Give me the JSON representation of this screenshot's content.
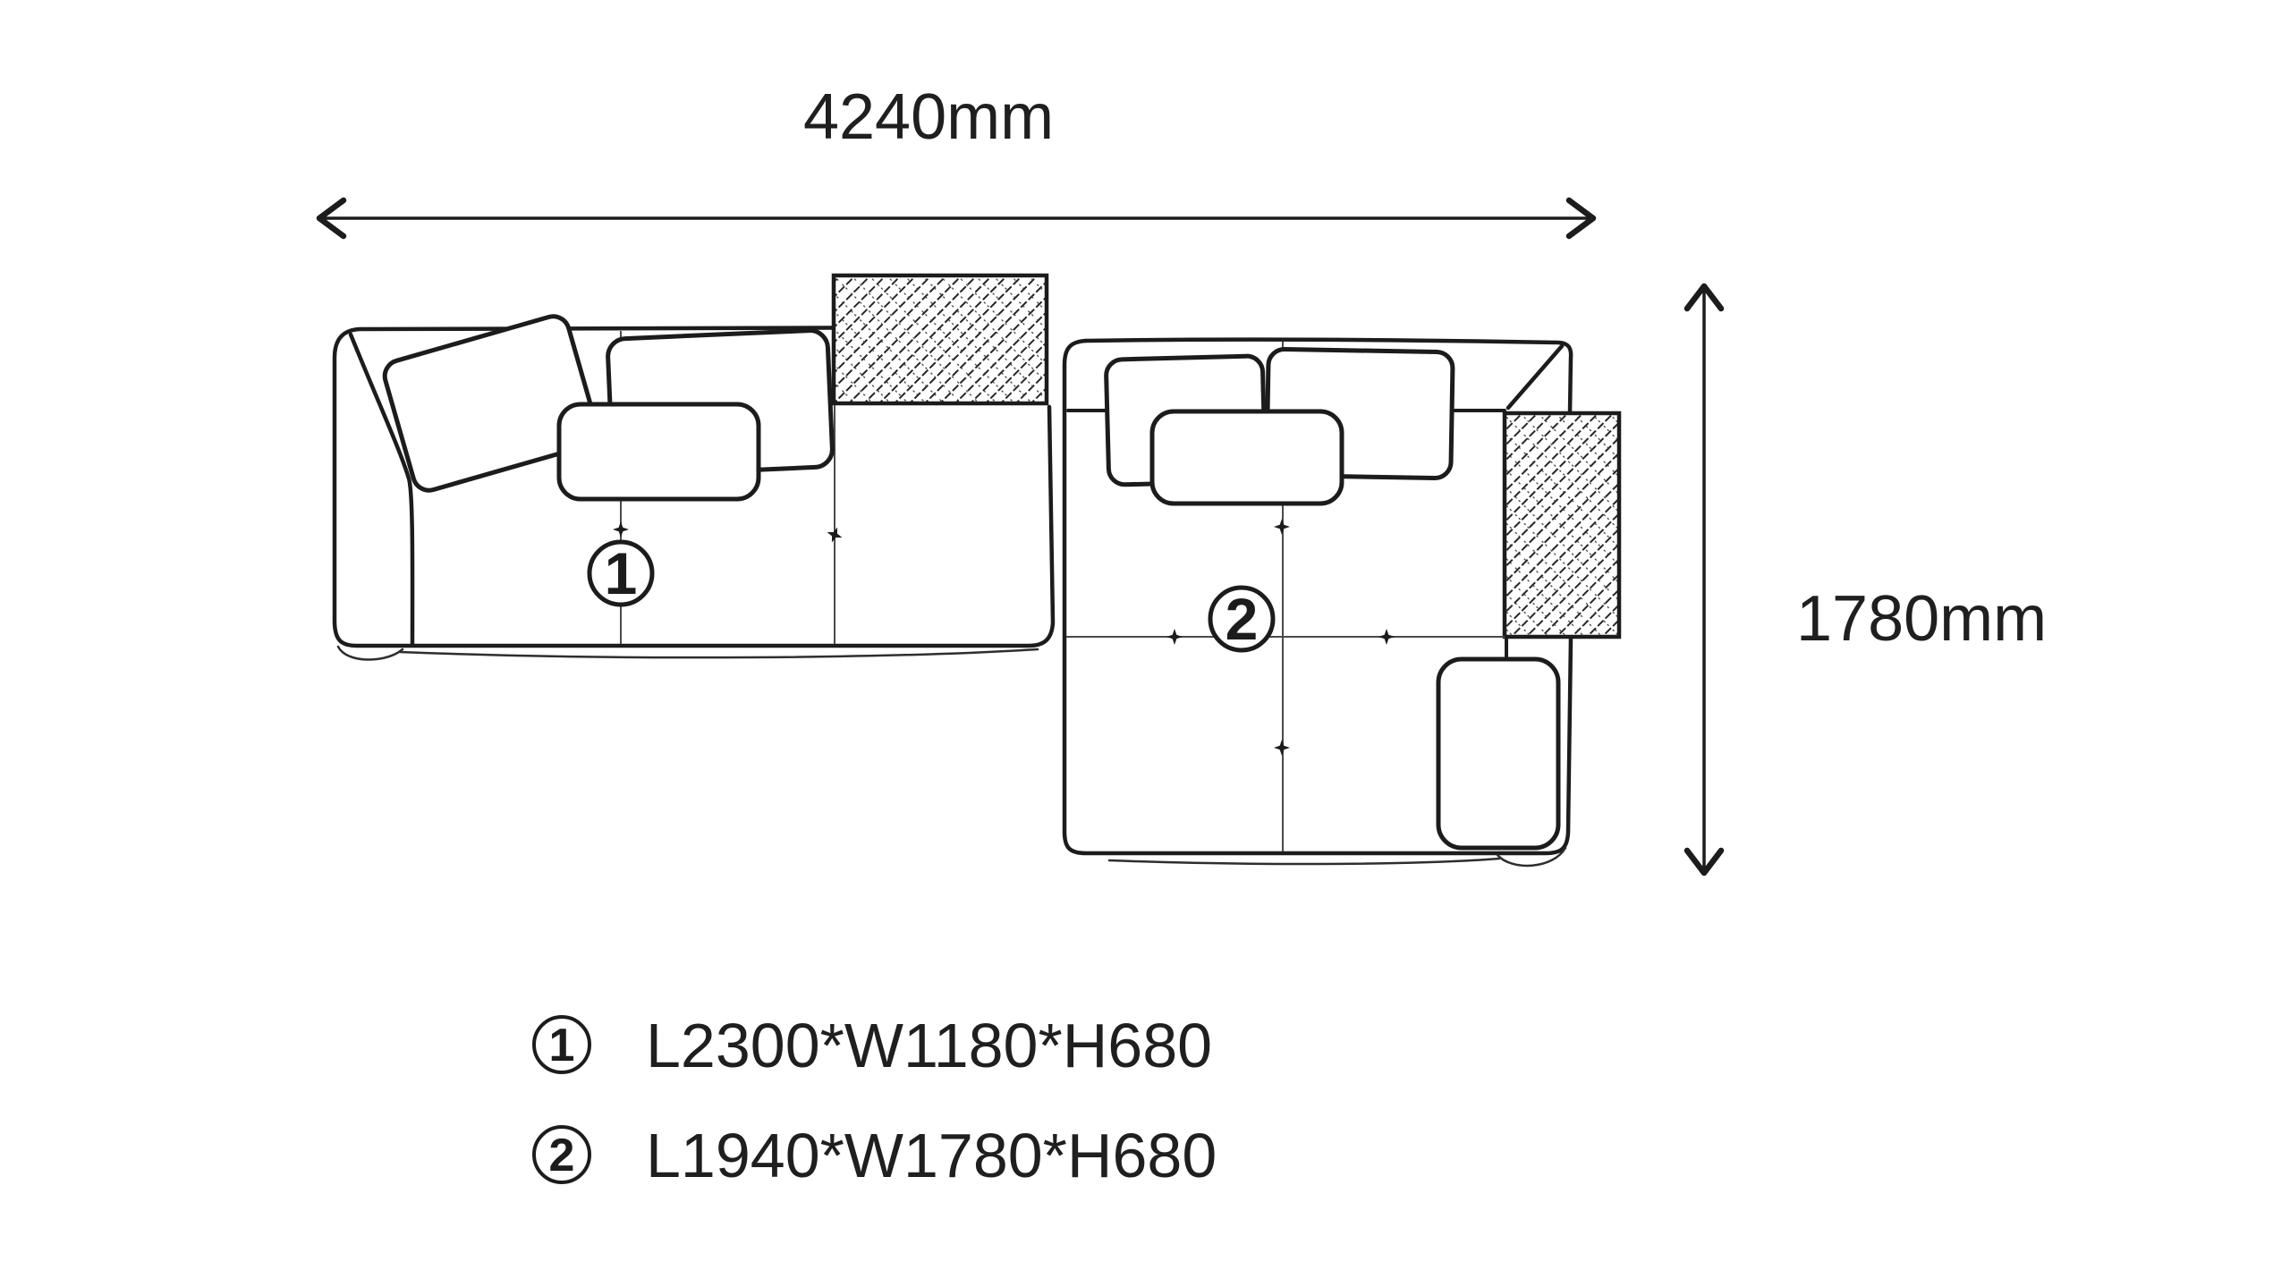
{
  "diagram": {
    "background": "#ffffff",
    "ink": "#1c1c1c",
    "width_label": "4240mm",
    "height_label": "1780mm",
    "sections": [
      {
        "number": "1",
        "dimensions": "L2300*W1180*H680"
      },
      {
        "number": "2",
        "dimensions": "L1940*W1780*H680"
      }
    ]
  }
}
